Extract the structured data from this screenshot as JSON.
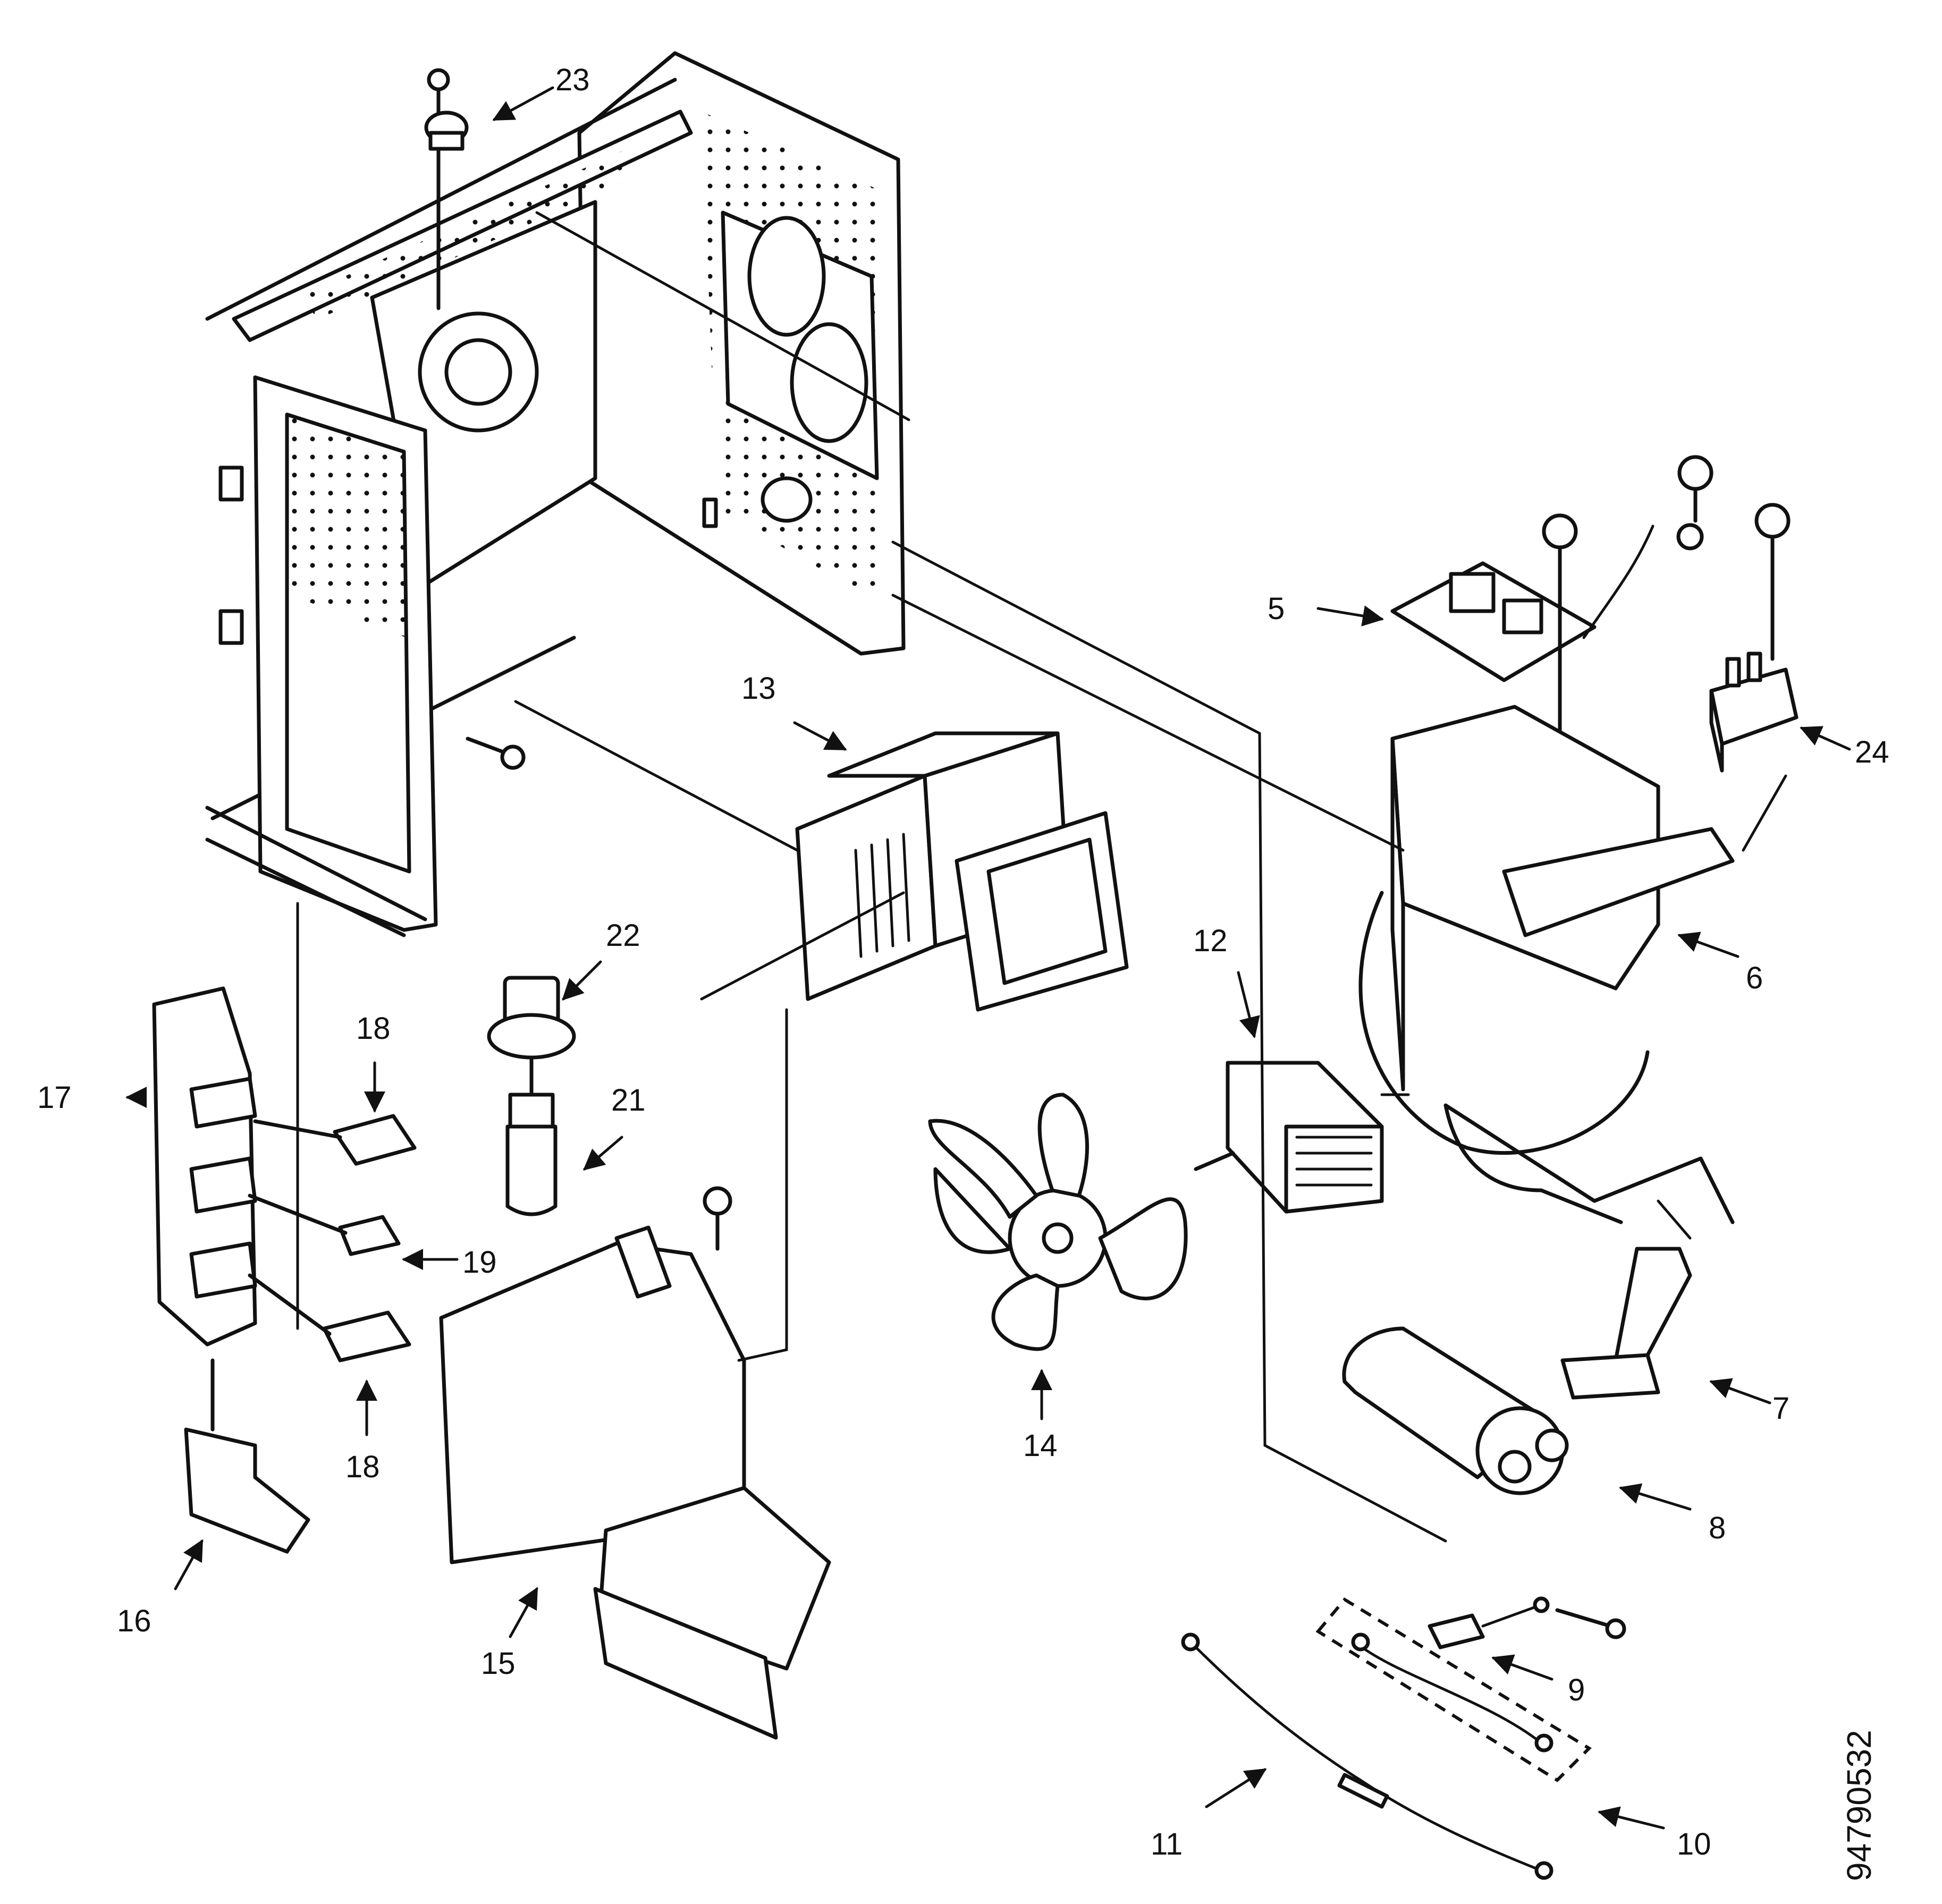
{
  "diagram": {
    "labels": {
      "p5": "5",
      "p6": "6",
      "p7": "7",
      "p8": "8",
      "p9": "9",
      "p10": "10",
      "p11": "11",
      "p12": "12",
      "p13": "13",
      "p14": "14",
      "p15": "15",
      "p16": "16",
      "p17": "17",
      "p18a": "18",
      "p18b": "18",
      "p19": "19",
      "p21": "21",
      "p22": "22",
      "p23": "23",
      "p24": "24"
    },
    "figure_code": "94790532"
  }
}
